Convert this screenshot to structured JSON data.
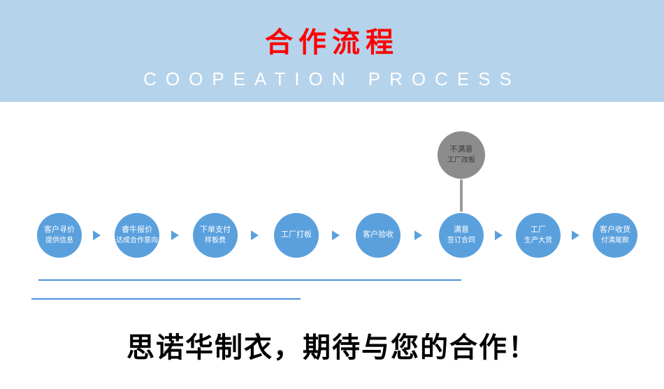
{
  "banner": {
    "title": "合作流程",
    "subtitle": "COOPEATION PROCESS",
    "bg_color": "#b5d3eb",
    "title_color": "#fe0000",
    "subtitle_color": "#ffffff"
  },
  "flow": {
    "step_circle_color": "#5aa0dd",
    "rework_circle_color": "#8c8c8c",
    "rework_node": {
      "line1": "不满意",
      "line2": "工厂改板"
    },
    "steps": [
      {
        "line1": "客户寻价",
        "line2": "提供信息"
      },
      {
        "line1": "睿牛报价",
        "line2": "达成合作意向"
      },
      {
        "line1": "下单支付",
        "line2": "样板费"
      },
      {
        "line1": "工厂打板",
        "line2": ""
      },
      {
        "line1": "客户验收",
        "line2": ""
      },
      {
        "line1": "满意",
        "line2": "签订合同"
      },
      {
        "line1": "工厂",
        "line2": "生产大货"
      },
      {
        "line1": "客户收货",
        "line2": "付清尾款"
      }
    ]
  },
  "footer": {
    "slogan": "思诺华制衣，期待与您的合作！"
  }
}
